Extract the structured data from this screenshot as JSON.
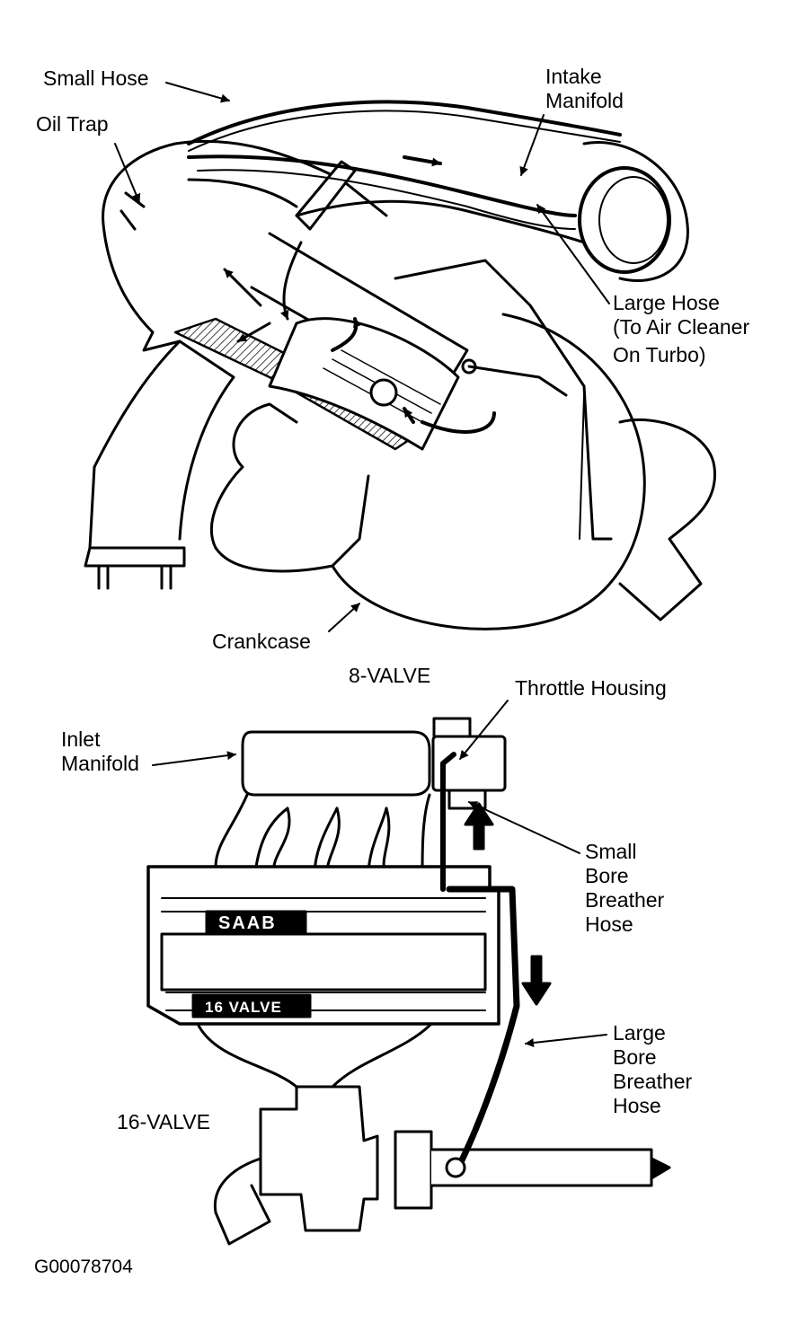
{
  "figure_8valve": {
    "title": "8-VALVE",
    "labels": {
      "small_hose": "Small Hose",
      "oil_trap": "Oil Trap",
      "intake_manifold": [
        "Intake",
        "Manifold"
      ],
      "large_hose": [
        "Large Hose",
        "(To Air Cleaner",
        "On Turbo)"
      ],
      "crankcase": "Crankcase"
    }
  },
  "figure_16valve": {
    "title": "16-VALVE",
    "labels": {
      "throttle_housing": "Throttle Housing",
      "inlet_manifold": [
        "Inlet",
        "Manifold"
      ],
      "small_bore_breather_hose": [
        "Small",
        "Bore",
        "Breather",
        "Hose"
      ],
      "large_bore_breather_hose": [
        "Large",
        "Bore",
        "Breather",
        "Hose"
      ],
      "cover_brand": "SAAB",
      "cover_text": "16 VALVE"
    }
  },
  "figure_id": "G00078704",
  "colors": {
    "ink": "#000000",
    "paper": "#ffffff"
  }
}
